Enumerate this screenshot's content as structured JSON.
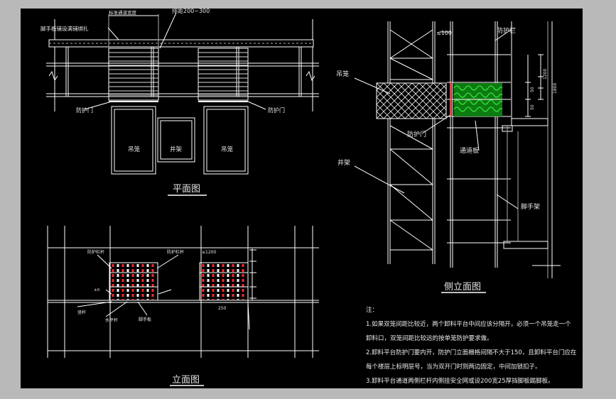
{
  "plan": {
    "title": "平面图",
    "dim_top": "标准通道宽度",
    "dim_spacing": "排距200~300",
    "label_protect": "脚手板铺设满铺绑扎",
    "left_door": "防护门",
    "right_door": "防护门",
    "left_cage": "吊笼",
    "frame": "井架",
    "right_cage": "吊笼"
  },
  "elevation": {
    "title": "立面图",
    "railing_left": "防护栏杆",
    "railing_right": "防护栏杆",
    "dim_upper": "≥1200",
    "dim_small": "±0",
    "lbl_a": "竖杆",
    "lbl_b": "水平杆",
    "lbl_c": "脚手板",
    "lbl_d": "250"
  },
  "side": {
    "title": "侧立面图",
    "cage": "吊笼",
    "frame": "井架",
    "door": "防护门",
    "rail": "防护栏",
    "plank": "通道板",
    "scaffold": "脚手架",
    "dim_gap": "≤100",
    "dim_a": "1200",
    "dim_b": "50",
    "dim_c": "50",
    "dim_d": "1800"
  },
  "notes": {
    "heading": "注：",
    "line1": "1.如果双笼间距比较近，两个卸料平台中间应该分隔开，必须一个吊笼走一个",
    "line2": "卸料口，双笼间距比较远的按单笼防护要求做。",
    "line3": "2.卸料平台防护门要内开，防护门立面栅格间隔不大于150，且卸料平台门应在",
    "line4": "每个楼层上标明层号，当为双开门时则两边固定，中间加锁扣子。",
    "line5": "3.卸料平台通道两侧栏杆内侧挂安全网或设200宽25厚挡脚板踢脚板。"
  },
  "colors": {
    "background": "#000000",
    "line": "#ffffff",
    "red": "#ff2a2a",
    "green": "#16b21c",
    "gray": "#9a9a9a",
    "frame": "#b9b9b9"
  }
}
